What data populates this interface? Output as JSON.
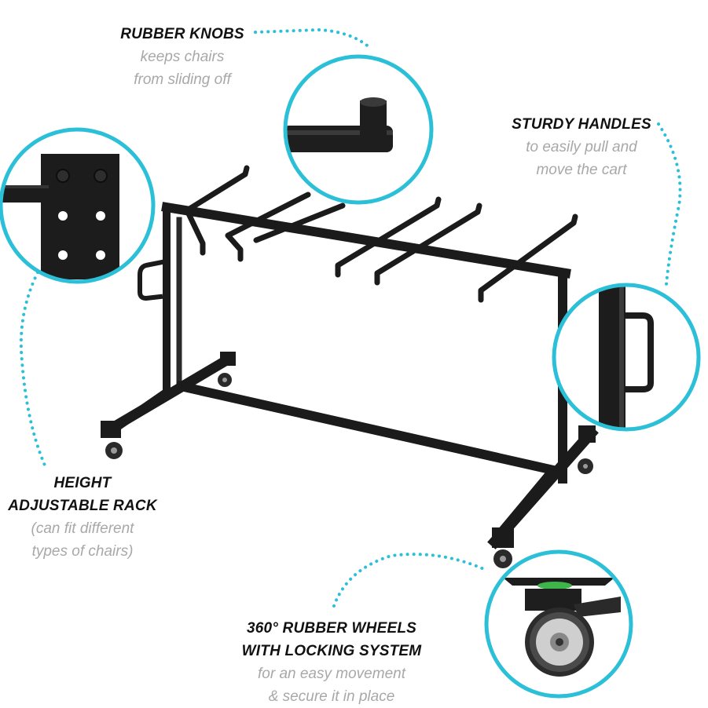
{
  "colors": {
    "accent": "#2cc0d8",
    "frame": "#1a1a1a",
    "heading": "#111111",
    "subtext": "#a8a8a8",
    "wheel_plate_green": "#3db54a"
  },
  "callouts": {
    "rubber_knobs": {
      "heading": "RUBBER KNOBS",
      "lines": [
        "keeps chairs",
        "from sliding off"
      ]
    },
    "sturdy_handles": {
      "heading": "STURDY HANDLES",
      "lines": [
        "to easily pull and",
        "move the cart"
      ]
    },
    "height_adjustable": {
      "heading_lines": [
        "HEIGHT",
        "ADJUSTABLE RACK"
      ],
      "lines": [
        "(can fit different",
        "types of chairs)"
      ]
    },
    "wheels": {
      "heading_lines": [
        "360° RUBBER WHEELS",
        "WITH LOCKING SYSTEM"
      ],
      "lines": [
        "for an easy movement",
        "& secure it in place"
      ]
    }
  }
}
